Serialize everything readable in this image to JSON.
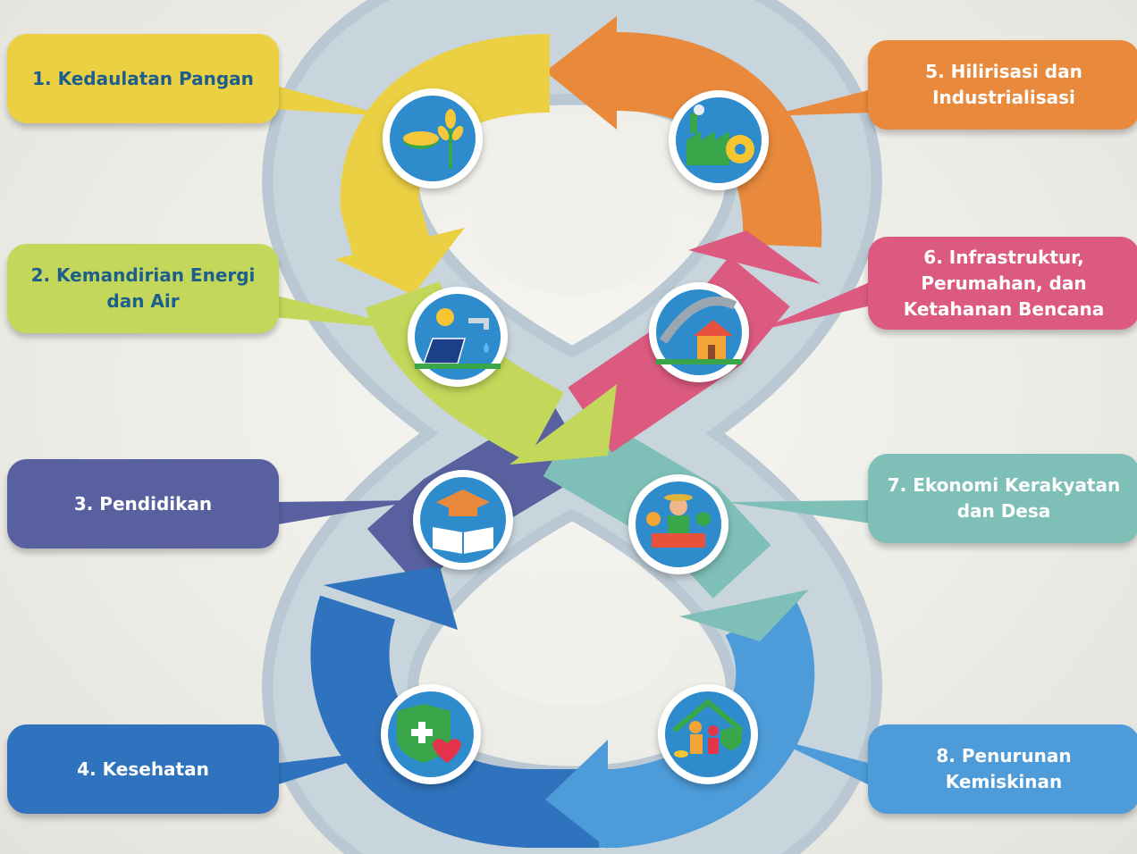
{
  "pillars": [
    {
      "id": 1,
      "label": "1. Kedaulatan Pangan",
      "color": "#ecd043",
      "text_color": "#1d5e8c",
      "icon": "rice-bowl-wheat-icon"
    },
    {
      "id": 2,
      "label": "2. Kemandirian Energi\ndan Air",
      "color": "#c3d75a",
      "text_color": "#1d5e8c",
      "icon": "solar-panel-water-tap-icon"
    },
    {
      "id": 3,
      "label": "3. Pendidikan",
      "color": "#58609f",
      "text_color": "#ffffff",
      "icon": "graduation-cap-book-icon"
    },
    {
      "id": 4,
      "label": "4. Kesehatan",
      "color": "#2f72bd",
      "text_color": "#ffffff",
      "icon": "health-shield-heart-icon"
    },
    {
      "id": 5,
      "label": "5. Hilirisasi dan\nIndustrialisasi",
      "color": "#e8893c",
      "text_color": "#ffffff",
      "icon": "factory-gear-icon"
    },
    {
      "id": 6,
      "label": "6. Infrastruktur,\nPerumahan, dan\nKetahanan Bencana",
      "color": "#dc5a80",
      "text_color": "#ffffff",
      "icon": "bridge-house-icon"
    },
    {
      "id": 7,
      "label": "7. Ekonomi Kerakyatan\ndan Desa",
      "color": "#7ebfb7",
      "text_color": "#ffffff",
      "icon": "village-market-people-icon"
    },
    {
      "id": 8,
      "label": "8. Penurunan\nKemiskinan",
      "color": "#4d9bd9",
      "text_color": "#ffffff",
      "icon": "family-home-shield-icon"
    }
  ]
}
